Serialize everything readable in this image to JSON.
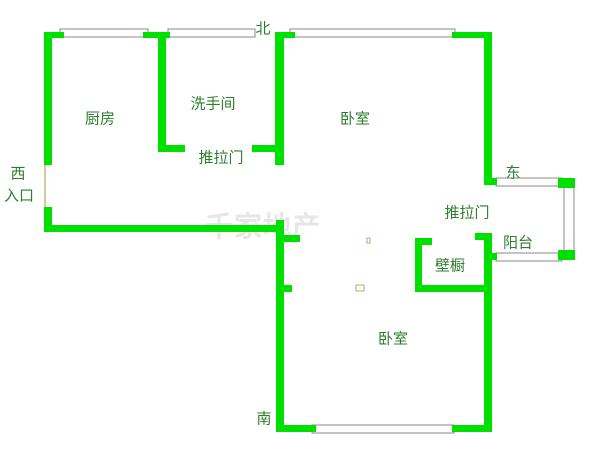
{
  "colors": {
    "wall": "#00e000",
    "text": "#2f7d2f",
    "window": "#888888"
  },
  "watermark": "千家地产",
  "rooms": {
    "kitchen": "厨房",
    "bathroom": "洗手间",
    "bedroom_north": "卧室",
    "bedroom_south": "卧室",
    "closet": "壁橱",
    "balcony": "阳台"
  },
  "doors": {
    "bath_sliding": "推拉门",
    "balcony_sliding": "推拉门"
  },
  "directions": {
    "north": "北",
    "south": "南",
    "east": "东",
    "west": "西"
  },
  "entrance": "入口"
}
